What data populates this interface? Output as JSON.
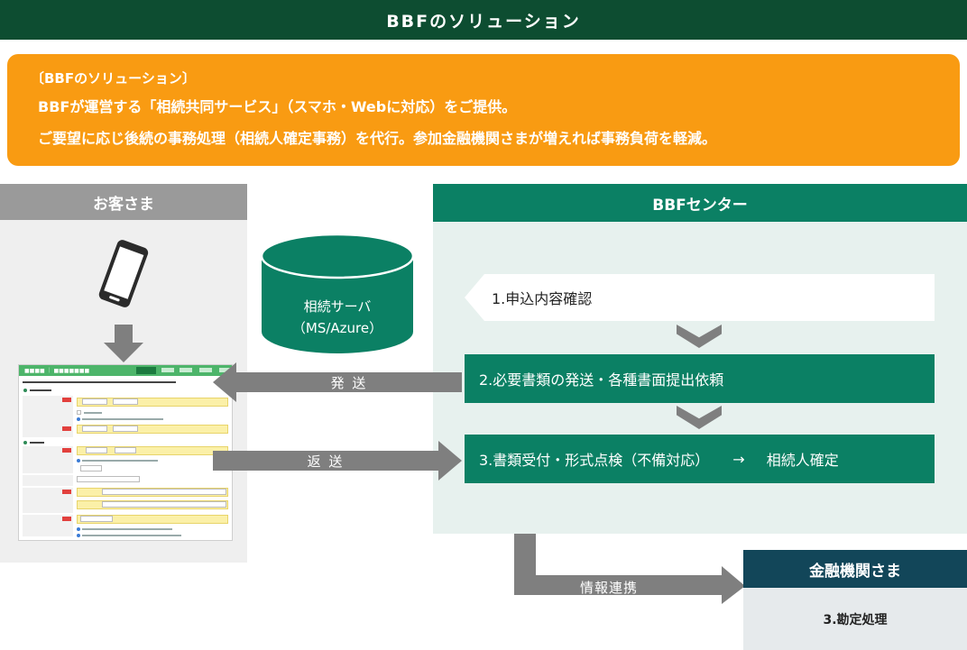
{
  "title_bar": {
    "text": "BBFのソリューション"
  },
  "banner": {
    "heading": "〔BBFのソリューション〕",
    "line1": "BBFが運営する「相続共同サービス」（スマホ・Webに対応）をご提供。",
    "line2": "ご要望に応じ後続の事務処理（相続人確定事務）を代行。参加金融機関さまが増えれば事務負荷を軽減。"
  },
  "customer": {
    "header": "お客さま"
  },
  "server": {
    "line1": "相続サーバ",
    "line2": "（MS/Azure）"
  },
  "center": {
    "header": "BBFセンター",
    "step1": "1.申込内容確認",
    "step2": "2.必要書類の発送・各種書面提出依頼",
    "step3_main": "3.書類受付・形式点検（不備対応）",
    "step3_arrow": "→",
    "step3_result": "相続人確定"
  },
  "arrows": {
    "send": "発 送",
    "return": "返 送",
    "info": "情報連携"
  },
  "financial": {
    "header": "金融機関さま",
    "step": "3.勘定処理"
  },
  "colors": {
    "dark_green": "#0d4d31",
    "green": "#0b8064",
    "orange": "#f99b12",
    "navy": "#124659",
    "gray": "#9a9a9a",
    "arrow_gray": "#7f7f7f"
  },
  "icons": [
    "smartphone-icon",
    "database-icon",
    "form-screenshot"
  ]
}
